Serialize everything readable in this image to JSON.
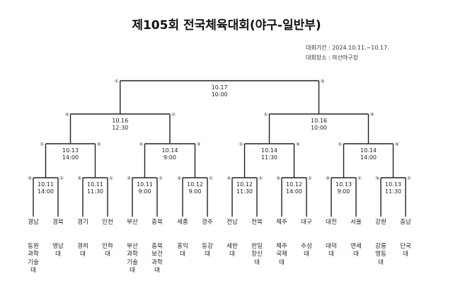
{
  "title": "제105회 전국체육대회(야구-일반부)",
  "info": {
    "period": "대회기간 : 2024.10.11.~10.17.",
    "venue": "대회장소 : 마산야구장"
  },
  "matches": {
    "final": {
      "date": "10.17",
      "time": "10:00",
      "left_label": "①",
      "right_label": "③"
    },
    "sf_left": {
      "date": "10.16",
      "time": "12:30",
      "left_label": "③",
      "right_label": "①"
    },
    "sf_right": {
      "date": "10.16",
      "time": "10:00",
      "left_label": "①",
      "right_label": "③"
    },
    "qf1": {
      "date": "10.13",
      "time": "14:00",
      "left_label": "①",
      "right_label": "③"
    },
    "qf2": {
      "date": "10.14",
      "time": "9:00",
      "left_label": "①",
      "right_label": "③"
    },
    "qf3": {
      "date": "10.14",
      "time": "11:30",
      "left_label": "①",
      "right_label": "③"
    },
    "qf4": {
      "date": "10.14",
      "time": "14:00",
      "left_label": "①",
      "right_label": "③"
    },
    "r1": {
      "date": "10.11",
      "time": "14:00",
      "left_label": "③",
      "right_label": "①"
    },
    "r2": {
      "date": "10.11",
      "time": "11:30",
      "left_label": "③",
      "right_label": "①"
    },
    "r3": {
      "date": "10.11",
      "time": "9:00",
      "left_label": "③",
      "right_label": "①"
    },
    "r4": {
      "date": "10.12",
      "time": "9:00",
      "left_label": "③",
      "right_label": "①"
    },
    "r5": {
      "date": "10.12",
      "time": "11:30",
      "left_label": "③",
      "right_label": "①"
    },
    "r6": {
      "date": "10.12",
      "time": "14:00",
      "left_label": "③",
      "right_label": "①"
    },
    "r7": {
      "date": "10.13",
      "time": "9:00",
      "left_label": "③",
      "right_label": "①"
    },
    "r8": {
      "date": "10.13",
      "time": "11:30",
      "left_label": "③",
      "right_label": "①"
    }
  },
  "teams": [
    {
      "region": "경남",
      "school": "동원과학기술대"
    },
    {
      "region": "경북",
      "school": "영남대"
    },
    {
      "region": "경기",
      "school": "경희대"
    },
    {
      "region": "인천",
      "school": "인하대"
    },
    {
      "region": "부산",
      "school": "부산과학기술대"
    },
    {
      "region": "충북",
      "school": "충북보건과학대"
    },
    {
      "region": "세종",
      "school": "홍익대"
    },
    {
      "region": "광주",
      "school": "동강대"
    },
    {
      "region": "전남",
      "school": "세한대"
    },
    {
      "region": "전북",
      "school": "한일장신대"
    },
    {
      "region": "제주",
      "school": "제주국제대"
    },
    {
      "region": "대구",
      "school": "수성대"
    },
    {
      "region": "대전",
      "school": "대덕대"
    },
    {
      "region": "서울",
      "school": "연세대"
    },
    {
      "region": "강원",
      "school": "강릉영동대"
    },
    {
      "region": "충남",
      "school": "단국대"
    }
  ]
}
